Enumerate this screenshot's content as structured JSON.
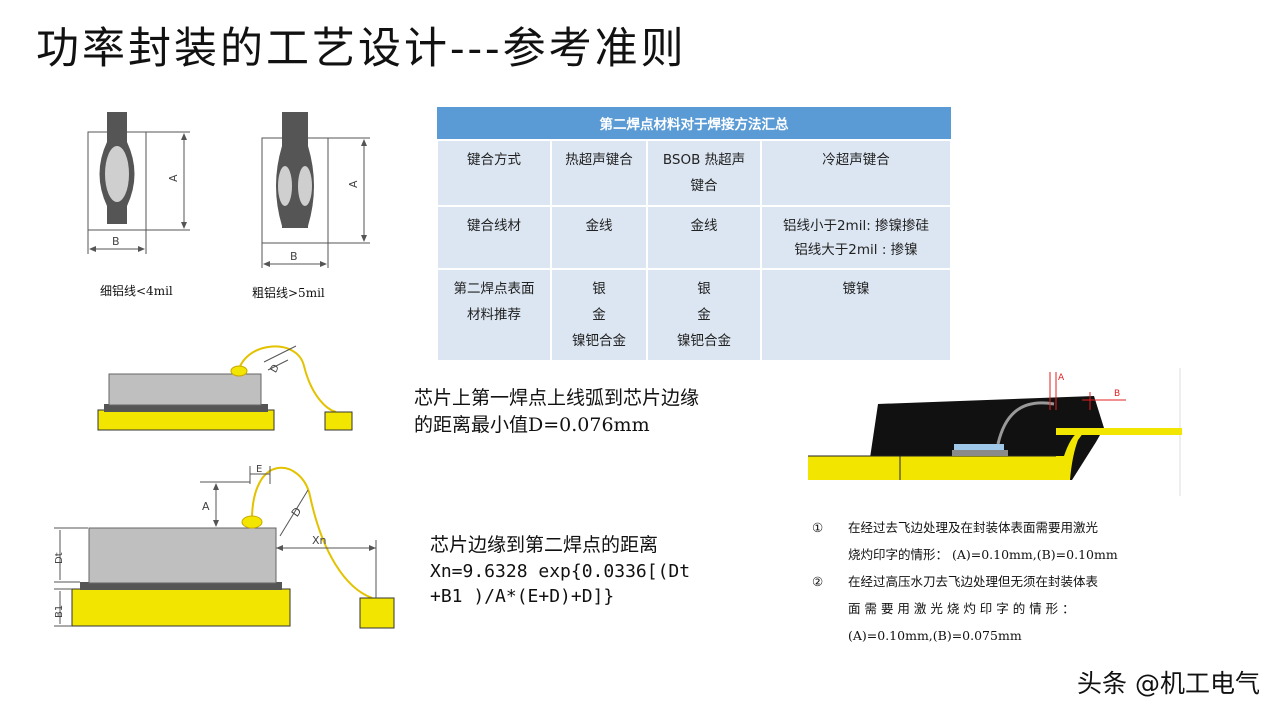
{
  "title": "功率封装的工艺设计---参考准则",
  "wire_diagrams": {
    "thin_caption": "细铝线<4mil",
    "thick_caption": "粗铝线>5mil",
    "label_a": "A",
    "label_b": "B"
  },
  "table": {
    "title": "第二焊点材料对于焊接方法汇总",
    "rows": [
      [
        "键合方式",
        "热超声键合",
        "BSOB 热超声键合",
        "冷超声键合"
      ],
      [
        "键合线材",
        "金线",
        "金线",
        "铝线小于2mil: 掺镍掺硅\n铝线大于2mil : 掺镍"
      ],
      [
        "第二焊点表面材料推荐",
        "银\n金\n镍钯合金",
        "银\n金\n镍钯合金",
        "镀镍"
      ]
    ]
  },
  "diagram1": {
    "label_d": "D"
  },
  "note1": {
    "line1": "芯片上第一焊点上线弧到芯片边缘",
    "line2": "的距离最小值D=0.076mm"
  },
  "diagram2": {
    "label_e": "E",
    "label_a": "A",
    "label_d": "D",
    "label_xn": "Xn",
    "label_dt": "Dt",
    "label_b1": "B1"
  },
  "note2": {
    "line1": "芯片边缘到第二焊点的距离",
    "line2": "Xn=9.6328 exp{0.0336[(Dt",
    "line3": "+B1 )/A*(E+D)+D]}"
  },
  "diagram3": {
    "label_a": "A",
    "label_b": "B"
  },
  "annotations": {
    "item1_num": "①",
    "item1_line1": "在经过去飞边处理及在封装体表面需要用激光",
    "item1_line2": "烧灼印字的情形： (A)=0.10mm,(B)=0.10mm",
    "item2_num": "②",
    "item2_line1": "在经过高压水刀去飞边处理但无须在封装体表",
    "item2_line2": "面 需 要 用 激 光 烧 灼 印 字 的 情 形 ：",
    "item2_line3": "(A)=0.10mm,(B)=0.075mm"
  },
  "watermark": "头条 @机工电气",
  "colors": {
    "table_header": "#5b9bd5",
    "table_cell": "#dce6f2",
    "leadframe": "#f2e600",
    "chip": "#bfbfbf",
    "wire": "#e3c200"
  }
}
